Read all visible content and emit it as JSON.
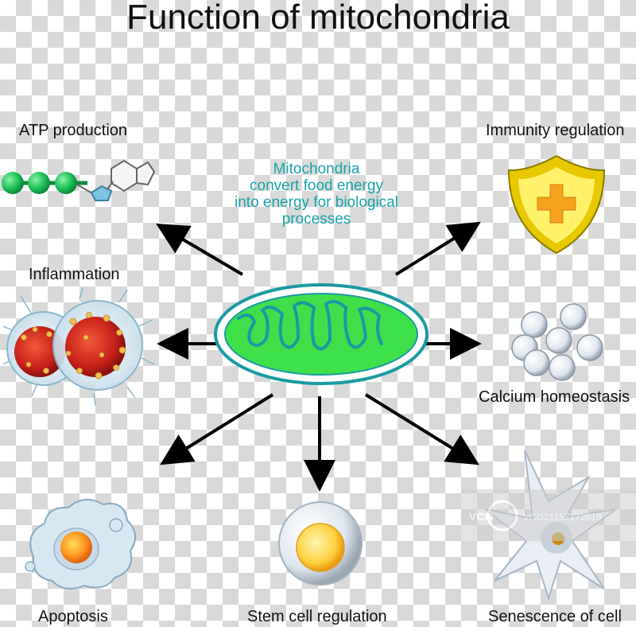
{
  "title": "Function of mitochondria",
  "center_text": [
    "Mitochondria",
    "convert food energy",
    "into energy for biological",
    "processes"
  ],
  "functions": {
    "atp": "ATP production",
    "immunity": "Immunity regulation",
    "inflammation": "Inflammation",
    "calcium": "Calcium homeostasis",
    "apoptosis": "Apoptosis",
    "stem_cell": "Stem cell regulation",
    "senescence": "Senescence of cell"
  },
  "watermark": "VCG21157172819",
  "colors": {
    "mito_fill": "#3ee04a",
    "mito_outline": "#1a9aa3",
    "center_text": "#1aa3a8",
    "arrow": "#000000"
  }
}
